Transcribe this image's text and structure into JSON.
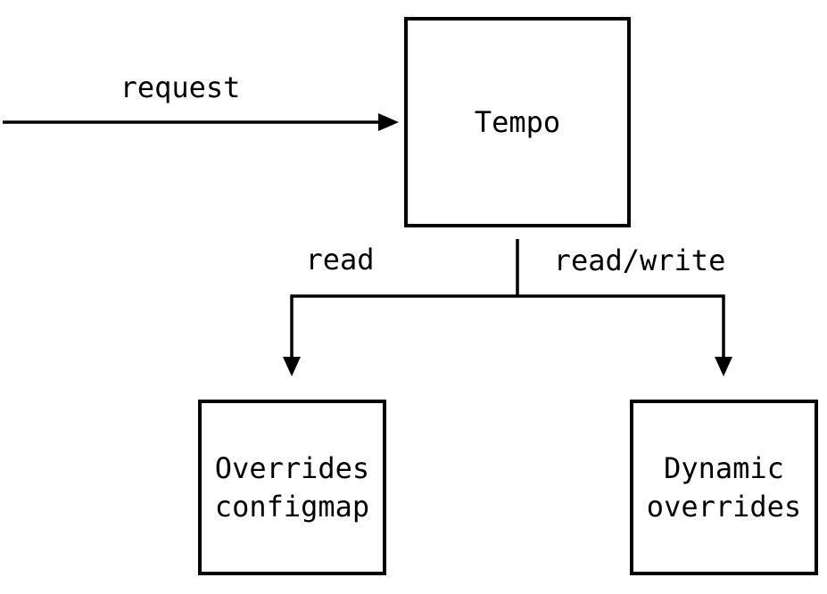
{
  "canvas": {
    "background_color": "#ffffff",
    "ink_color": "#000000"
  },
  "nodes": {
    "tempo": {
      "label": "Tempo"
    },
    "overrides_configmap": {
      "label": "Overrides\nconfigmap"
    },
    "dynamic_overrides": {
      "label": "Dynamic\noverrides"
    }
  },
  "edges": {
    "request": {
      "label": "request",
      "to": "Tempo",
      "direction": "right"
    },
    "read": {
      "label": "read",
      "from": "Tempo",
      "to": "Overrides configmap",
      "direction": "down"
    },
    "read_write": {
      "label": "read/write",
      "from": "Tempo",
      "to": "Dynamic overrides",
      "direction": "down"
    }
  }
}
